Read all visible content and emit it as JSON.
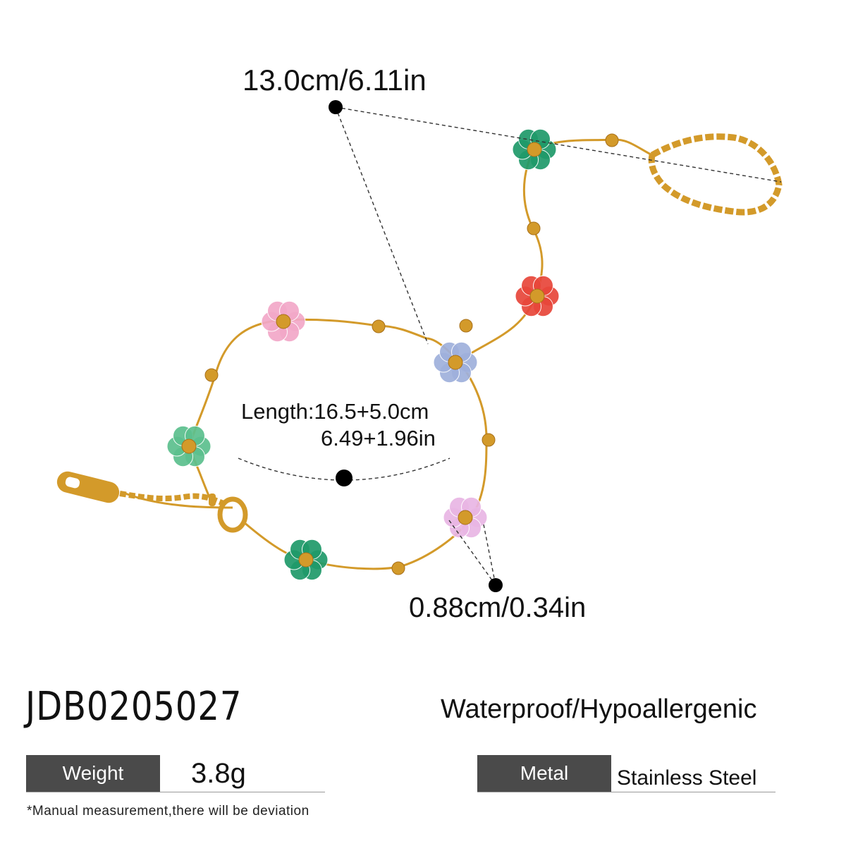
{
  "measurements": {
    "total_span": "13.0cm/6.11in",
    "length_line1": "Length:16.5+5.0cm",
    "length_line2": "6.49+1.96in",
    "flower_size": "0.88cm/0.34in"
  },
  "product": {
    "code": "JDB0205027",
    "feature": "Waterproof/Hypoallergenic"
  },
  "specs": {
    "weight_label": "Weight",
    "weight_value": "3.8g",
    "metal_label": "Metal",
    "metal_value": "Stainless Steel"
  },
  "note": "*Manual measurement,there will be deviation",
  "colors": {
    "chain_gold": "#d39a2a",
    "label_bg": "#4a4a4a",
    "flower_green": "#1f9a6a",
    "flower_pink": "#f2a8c8",
    "flower_red": "#e8463a",
    "flower_blue": "#9fb0dc",
    "flower_mint": "#5cc08e",
    "flower_lavender": "#e9b6e4"
  },
  "flowers": [
    {
      "name": "green",
      "color": "#1f9a6a"
    },
    {
      "name": "red",
      "color": "#e8463a"
    },
    {
      "name": "pink",
      "color": "#f2a8c8"
    },
    {
      "name": "blue",
      "color": "#9fb0dc"
    },
    {
      "name": "mint",
      "color": "#5cc08e"
    },
    {
      "name": "green",
      "color": "#1f9a6a"
    },
    {
      "name": "lavender",
      "color": "#e9b6e4"
    }
  ]
}
